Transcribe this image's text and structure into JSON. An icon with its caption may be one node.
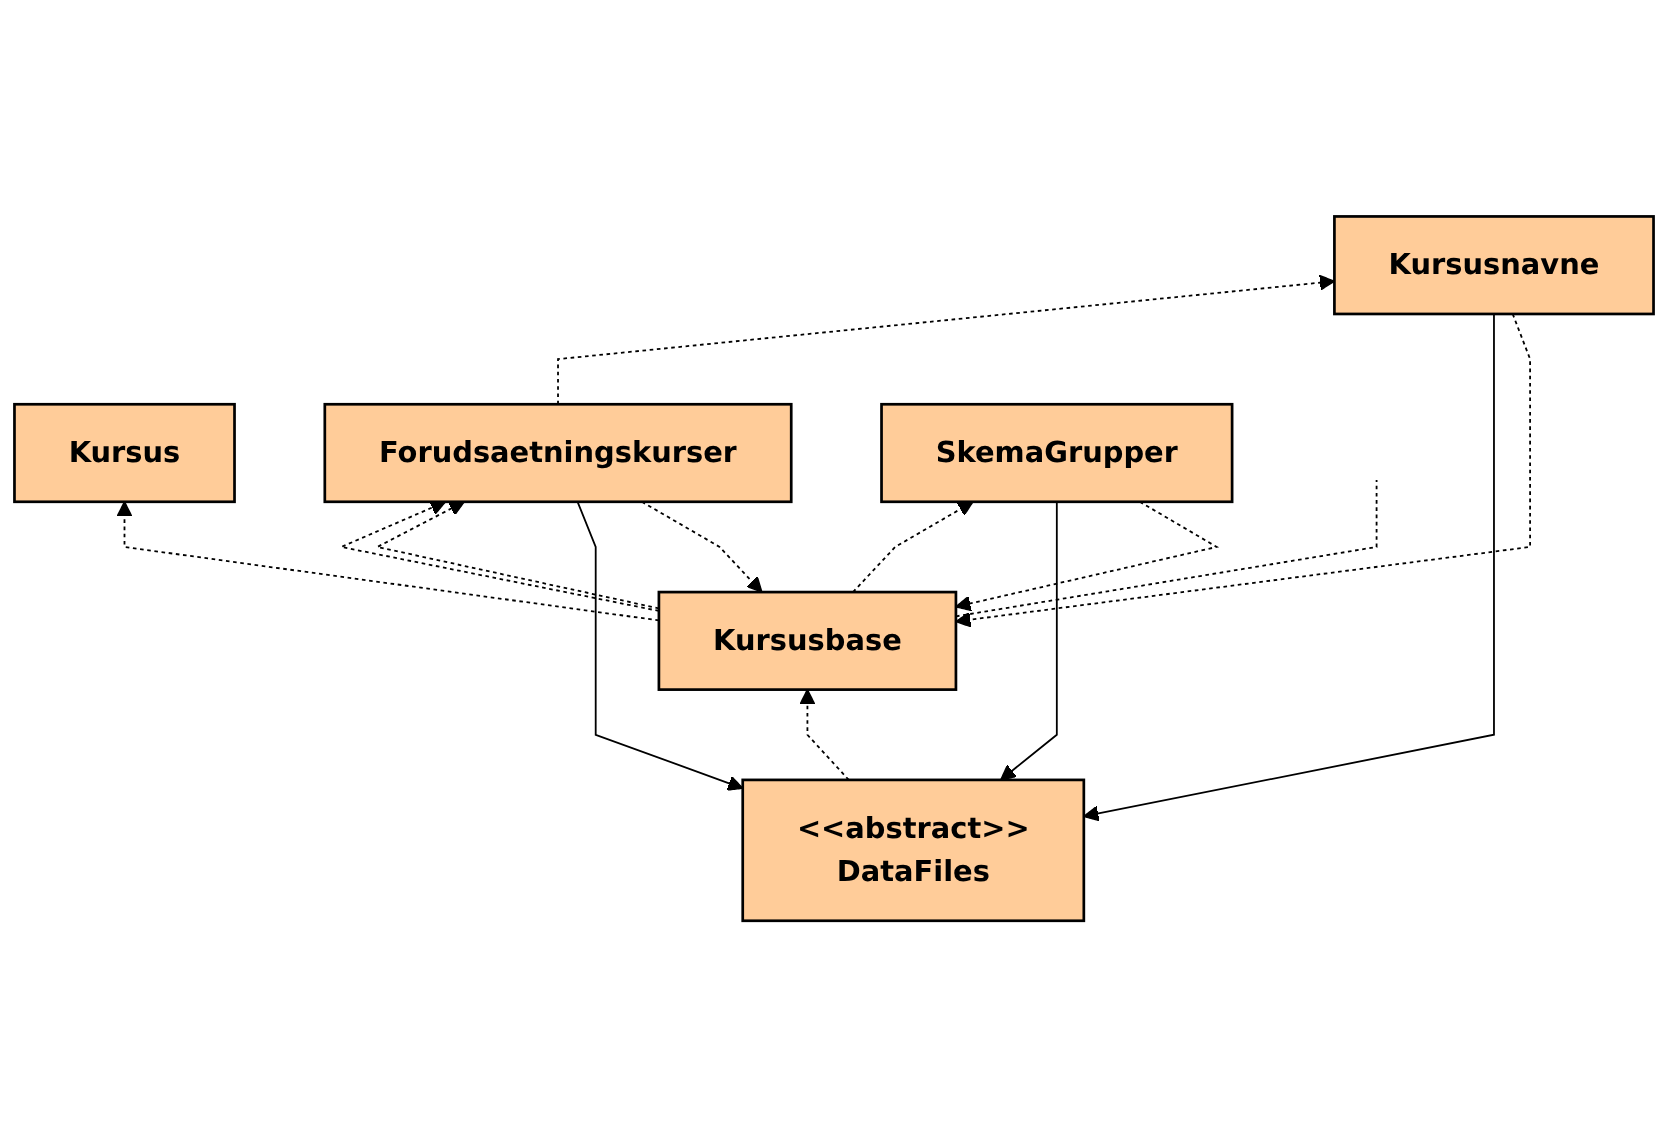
{
  "diagram": {
    "nodes": [
      {
        "text": [
          "<<abstract>>",
          "DataFiles"
        ]
      },
      {
        "text": [
          "Kursusbase"
        ]
      },
      {
        "text": [
          "Kursus"
        ]
      },
      {
        "text": [
          "Kursusnavne"
        ]
      },
      {
        "text": [
          "Forudsaetningskurser"
        ]
      },
      {
        "text": [
          "SkemaGrupper"
        ]
      }
    ],
    "edges": [
      {
        "from": 3,
        "to": 0,
        "arrow": "to"
      },
      {
        "from": 5,
        "to": 0,
        "arrow": "to"
      },
      {
        "from": 4,
        "to": 0,
        "arrow": "to"
      },
      {
        "from": 0,
        "to": 1,
        "arrow": "to",
        "style": "dashed"
      },
      {
        "from": 3,
        "to": 1,
        "arrow": "to",
        "style": "dashed"
      },
      {
        "from": 5,
        "to": 1,
        "arrow": "to",
        "style": "dashed"
      },
      {
        "from": 4,
        "to": 1,
        "arrow": "to",
        "style": "dashed"
      },
      {
        "from": 1,
        "to": 2,
        "arrow": "to",
        "style": "dashed"
      },
      {
        "from": 1,
        "to": 4,
        "arrow": "to",
        "style": "dashed"
      },
      {
        "from": 1,
        "to": 4,
        "arrow": "to",
        "style": "dashed"
      },
      {
        "from": 1,
        "to": 5,
        "arrow": "to",
        "style": "dashed"
      },
      {
        "from": 1,
        "to": null,
        "arrow": "none",
        "style": "dashed"
      },
      {
        "from": 4,
        "to": 3,
        "arrow": "to",
        "style": "dashed"
      }
    ]
  }
}
